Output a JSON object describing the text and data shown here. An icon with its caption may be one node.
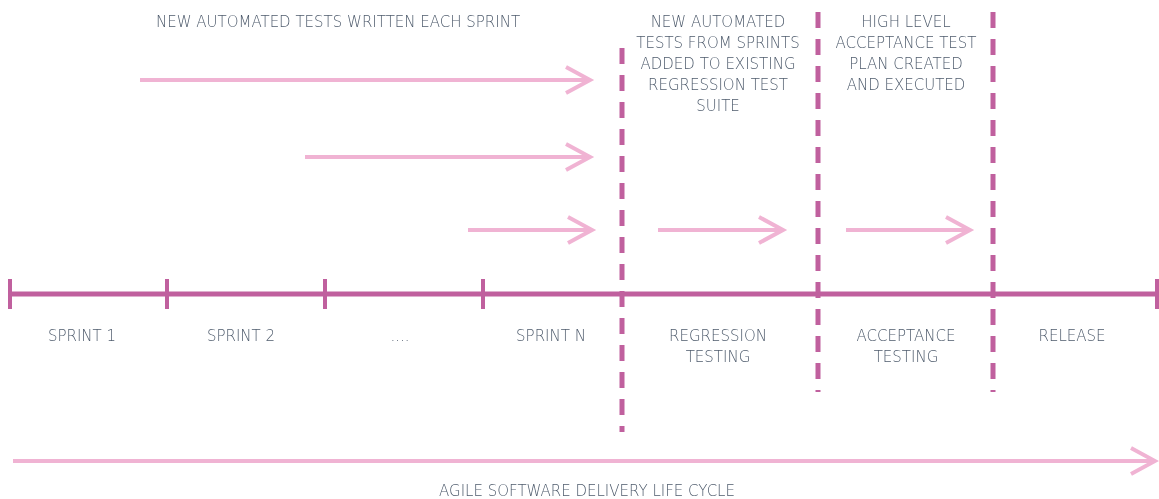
{
  "diagram": {
    "labels": [
      "NEW AUTOMATED TESTS WRITTEN EACH SPRINT",
      "NEW AUTOMATED TESTS FROM SPRINTS ADDED TO EXISTING REGRESSION TEST SUITE",
      "HIGH LEVEL ACCEPTANCE TEST PLAN CREATED AND EXECUTED",
      "SPRINT 1",
      "SPRINT 2",
      "....",
      "SPRINT N",
      "REGRESSION TESTING",
      "ACCEPTANCE TESTING",
      "RELEASE",
      "AGILE SOFTWARE DELIVERY LIFE CYCLE"
    ]
  }
}
